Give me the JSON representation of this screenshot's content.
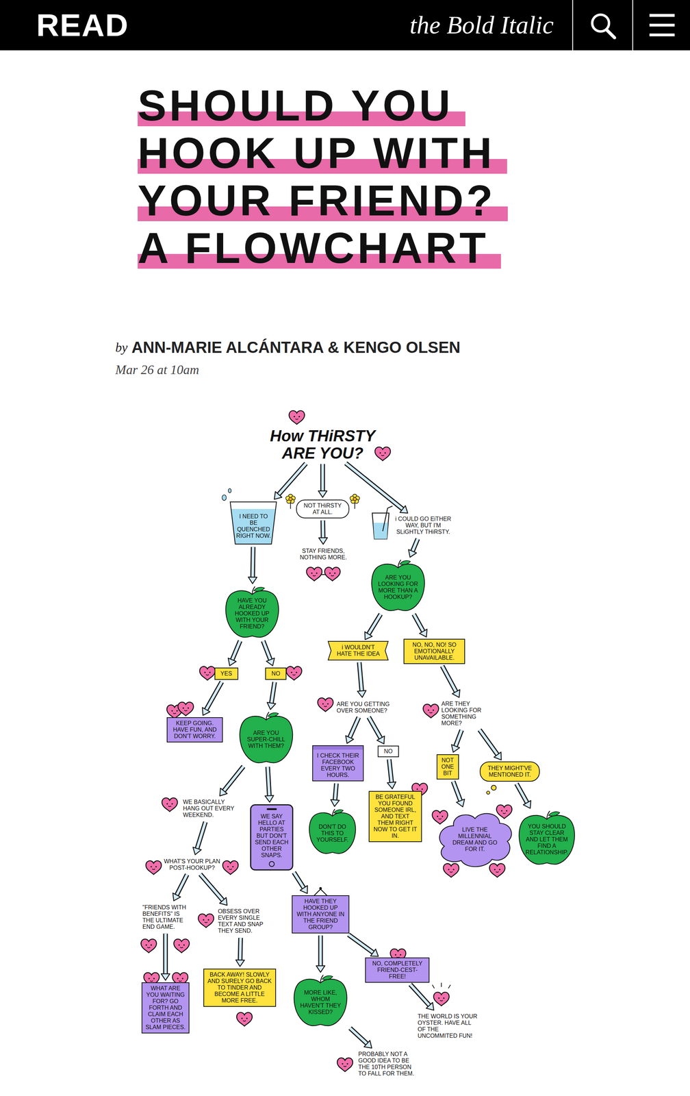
{
  "diagram": {
    "title": "SHOULD YOU HOOK UP WITH YOUR FRIEND? A FLOWCHART",
    "nodes": [
      {
        "text": [
          "How THiRSTY ARE YOU?"
        ]
      },
      {
        "text": [
          "I NEED TO BE QUENCHED RIGHT NOW."
        ]
      },
      {
        "text": [
          "NOT THiRSTY AT ALL."
        ]
      },
      {
        "text": [
          "i COULD GO EiTHER WAY, BUT I'M SLiGHTLY THiRSTY."
        ]
      },
      {
        "text": [
          "STAY FRIENDS, NOTHING MORE."
        ]
      },
      {
        "text": [
          "HAVE YOU ALREADY HOOKED UP WITH YOUR FRIEND?"
        ]
      },
      {
        "text": [
          "ARE YOU LOOKING FOR MORE THAN A HOOKUP?"
        ]
      },
      {
        "text": [
          "YES"
        ]
      },
      {
        "text": [
          "NO"
        ]
      },
      {
        "text": [
          "i WOULDN'T HATE THE IDEA"
        ]
      },
      {
        "text": [
          "NO, NO, NO! SO EMOTIONALLY UNAVAILABLE."
        ]
      },
      {
        "text": [
          "KEEP GOING. HAVE FUN, AND DON'T WORRY."
        ]
      },
      {
        "text": [
          "ARE YOU SUPER-CHILL WITH THEM?"
        ]
      },
      {
        "text": [
          "ARE YOU GETTING OVER SOMEONE?"
        ]
      },
      {
        "text": [
          "ARE THEY LOOKING FOR SOMETHING MORE?"
        ]
      },
      {
        "text": [
          "I CHECK THEIR FACEBOOK EVERY TWO HOURS."
        ]
      },
      {
        "text": [
          "NO"
        ]
      },
      {
        "text": [
          "NOT ONE BIT"
        ]
      },
      {
        "text": [
          "THEY MIGHT'VE MENTIONED IT."
        ]
      },
      {
        "text": [
          "WE BASICALLY HANG OUT EVERY WEEKEND."
        ]
      },
      {
        "text": [
          "WE SAY HELLO AT PARTIES BUT DON'T SEND EACH OTHER SNAPS."
        ]
      },
      {
        "text": [
          "DON'T DO THIS TO YOURSELF."
        ]
      },
      {
        "text": [
          "BE GRATEFUL YOU FOUND SOMEONE IRL, AND TEXT THEM RIGHT NOW TO GET IT IN."
        ]
      },
      {
        "text": [
          "LIVE THE MILLENNIAL DREAM AND GO FOR IT."
        ]
      },
      {
        "text": [
          "YOU SHOULD STAY CLEAR AND LET THEM FIND A RELATIONSHIP."
        ]
      },
      {
        "text": [
          "WHAT'S YOUR PLAN POST-HOOKUP?"
        ]
      },
      {
        "text": [
          "\"FRIENDS WITH BENEFITS\" IS THE ULTIMATE END GAME."
        ]
      },
      {
        "text": [
          "OBSESS OVER EVERY SINGLE TEXT AND SNAP THEY SEND."
        ]
      },
      {
        "text": [
          "HAVE THEY HOOKED UP WITH ANYONE IN THE FRIEND GROUP?"
        ]
      },
      {
        "text": [
          "WHAT ARE YOU WAITING FOR? GO FORTH AND CLAIM EACH OTHER AS SLAM PIECES."
        ]
      },
      {
        "text": [
          "BACK AWAY! SLOWLY AND SURELY GO BACK TO TINDER AND BECOME A LITTLE MORE FREE."
        ]
      },
      {
        "text": [
          "MORE LIKE, WHOM HAVEN'T THEY KISSED?"
        ]
      },
      {
        "text": [
          "NO, COMPLETELY FRIEND-CEST-FREE!"
        ]
      },
      {
        "text": [
          "THE WORLD IS YOUR OYSTER. HAVE ALL OF THE UNCOMMITED FUN!"
        ]
      },
      {
        "text": [
          "PROBABLY NOT A GOOD IDEA TO BE THE 10TH PERSON TO FALL FOR THEM."
        ]
      }
    ],
    "edges": [
      {
        "from": 0,
        "to": 1,
        "arrow": "to"
      },
      {
        "from": 0,
        "to": 2,
        "arrow": "to"
      },
      {
        "from": 0,
        "to": 3,
        "arrow": "to"
      },
      {
        "from": 2,
        "to": 4,
        "arrow": "to"
      },
      {
        "from": 1,
        "to": 5,
        "arrow": "to"
      },
      {
        "from": 3,
        "to": 6,
        "arrow": "to"
      },
      {
        "from": 5,
        "to": 7,
        "arrow": "to"
      },
      {
        "from": 5,
        "to": 8,
        "arrow": "to"
      },
      {
        "from": 6,
        "to": 9,
        "arrow": "to"
      },
      {
        "from": 6,
        "to": 10,
        "arrow": "to"
      },
      {
        "from": 7,
        "to": 11,
        "arrow": "to"
      },
      {
        "from": 8,
        "to": 12,
        "arrow": "to"
      },
      {
        "from": 9,
        "to": 13,
        "arrow": "to"
      },
      {
        "from": 10,
        "to": 14,
        "arrow": "to"
      },
      {
        "from": 13,
        "to": 15,
        "arrow": "to"
      },
      {
        "from": 13,
        "to": 16,
        "arrow": "to"
      },
      {
        "from": 14,
        "to": 17,
        "arrow": "to"
      },
      {
        "from": 14,
        "to": 18,
        "arrow": "to"
      },
      {
        "from": 12,
        "to": 19,
        "arrow": "to"
      },
      {
        "from": 12,
        "to": 20,
        "arrow": "to"
      },
      {
        "from": 15,
        "to": 21,
        "arrow": "to"
      },
      {
        "from": 16,
        "to": 22,
        "arrow": "to"
      },
      {
        "from": 17,
        "to": 23,
        "arrow": "to"
      },
      {
        "from": 18,
        "to": 24,
        "arrow": "to"
      },
      {
        "from": 19,
        "to": 25,
        "arrow": "to"
      },
      {
        "from": 20,
        "to": 28,
        "arrow": "to"
      },
      {
        "from": 25,
        "to": 26,
        "arrow": "to"
      },
      {
        "from": 25,
        "to": 27,
        "arrow": "to"
      },
      {
        "from": 26,
        "to": 29,
        "arrow": "to"
      },
      {
        "from": 27,
        "to": 30,
        "arrow": "to"
      },
      {
        "from": 28,
        "to": 31,
        "arrow": "to"
      },
      {
        "from": 28,
        "to": 32,
        "arrow": "to"
      },
      {
        "from": 32,
        "to": 33,
        "arrow": "to"
      },
      {
        "from": 31,
        "to": 34,
        "arrow": "to"
      }
    ],
    "labels": [
      "READ",
      "the Bold Italic",
      "by",
      "ANN-MARIE ALCÁNTARA & KENGO OLSEN",
      "Mar 26 at 10am"
    ]
  }
}
